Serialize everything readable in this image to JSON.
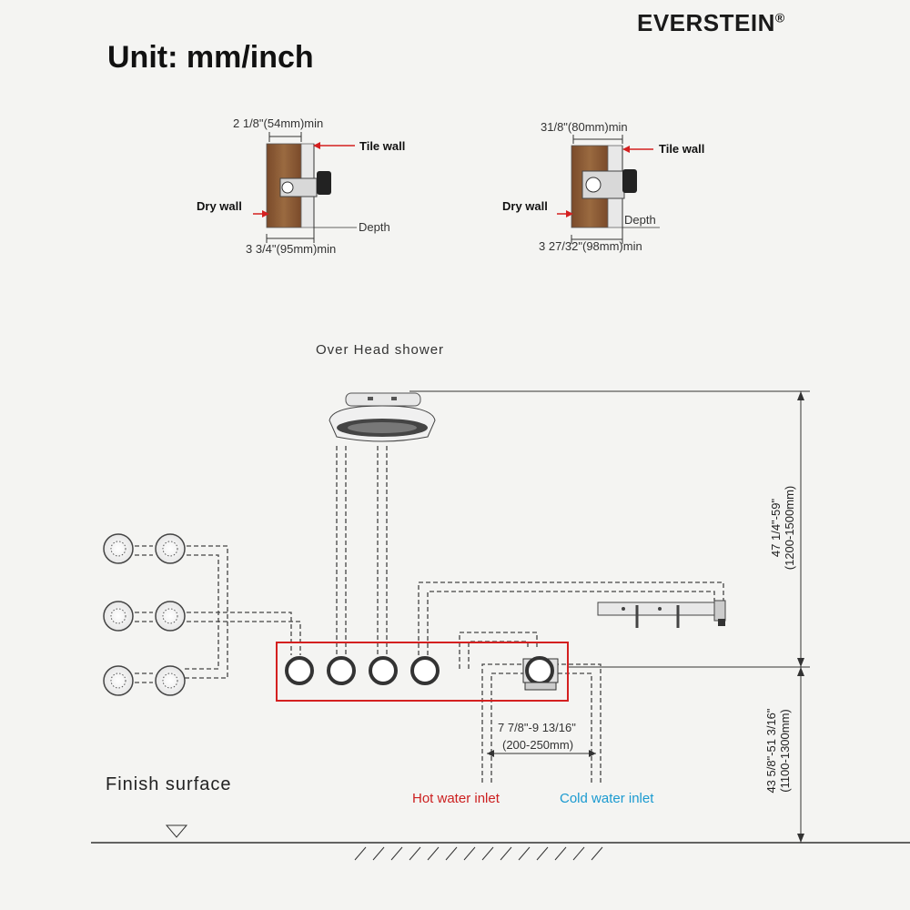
{
  "brand": {
    "name": "EVERSTEIN",
    "mark": "®"
  },
  "unit_title": "Unit: mm/inch",
  "detail_left": {
    "top_dim": "2 1/8\"(54mm)min",
    "tile_wall": "Tile wall",
    "dry_wall": "Dry wall",
    "depth": "Depth",
    "bottom_dim": "3 3/4\"(95mm)min"
  },
  "detail_right": {
    "top_dim": "31/8\"(80mm)min",
    "tile_wall": "Tile wall",
    "dry_wall": "Dry wall",
    "depth": "Depth",
    "bottom_dim": "3 27/32\"(98mm)min"
  },
  "overhead_label": "Over Head shower",
  "finish_surface": "Finish surface",
  "hot_inlet": "Hot water inlet",
  "cold_inlet": "Cold water inlet",
  "inlet_spacing": {
    "inch": "7 7/8\"-9  13/16\"",
    "mm": "(200-250mm)"
  },
  "height_upper": {
    "inch": "47 1/4\"-59\"",
    "mm": "(1200-1500mm)"
  },
  "height_lower": {
    "inch": "43 5/8\"-51  3/16\"",
    "mm": "(1100-1300mm)"
  },
  "colors": {
    "hot": "#cc2020",
    "cold": "#1a9ad0",
    "highlight": "#d42020",
    "wood": "#8a5a35"
  }
}
